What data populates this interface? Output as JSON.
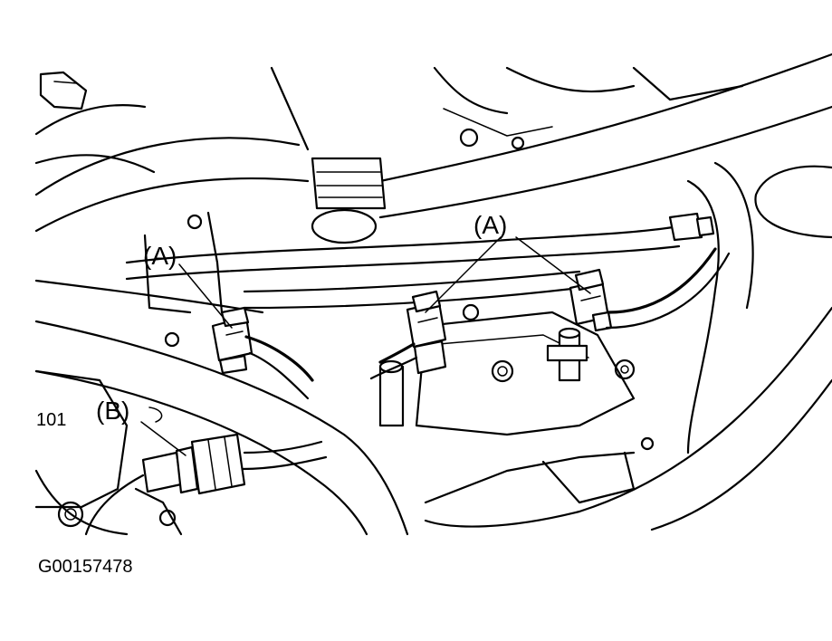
{
  "figure": {
    "id_label": "G00157478",
    "stamp_text": "101",
    "callouts": {
      "a_left": "(A)",
      "a_right": "(A)",
      "b": "(B)"
    }
  },
  "colors": {
    "line": "#000000",
    "background": "#ffffff"
  }
}
